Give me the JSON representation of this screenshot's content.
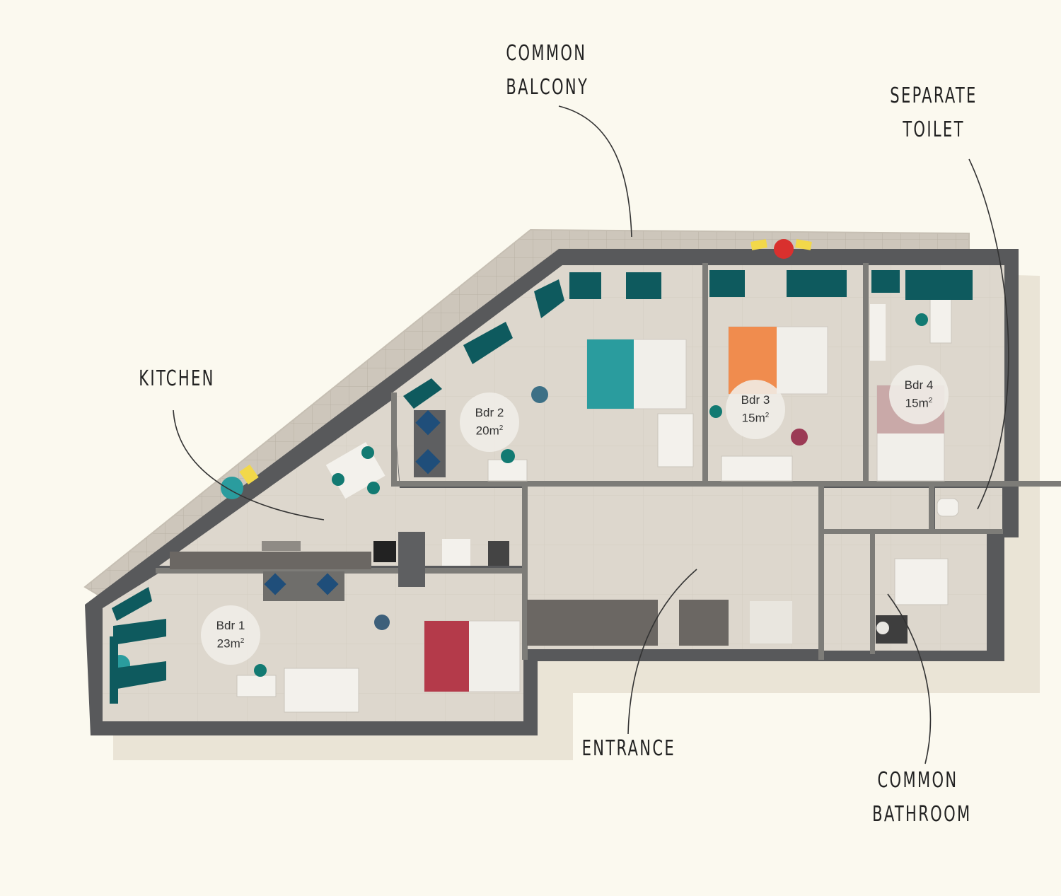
{
  "callouts": {
    "balcony": [
      "COMMON",
      "BALCONY"
    ],
    "toilet": [
      "SEPARATE",
      "TOILET"
    ],
    "kitchen": [
      "KITCHEN"
    ],
    "entrance": [
      "ENTRANCE"
    ],
    "bathroom": [
      "COMMON",
      "BATHROOM"
    ]
  },
  "rooms": [
    {
      "name": "Bdr 1",
      "area": "23m",
      "sup": "2"
    },
    {
      "name": "Bdr 2",
      "area": "20m",
      "sup": "2"
    },
    {
      "name": "Bdr 3",
      "area": "15m",
      "sup": "2"
    },
    {
      "name": "Bdr 4",
      "area": "15m",
      "sup": "2"
    }
  ],
  "colors": {
    "background": "#fbf9ef",
    "wall": "#58595b",
    "floor": "#dcd6cc",
    "balcony_tile": "#cfc8be",
    "curtain": "#0e5a5e",
    "bed_teal": "#2a9c9e",
    "bed_orange": "#f08c4e",
    "bed_red": "#b43a4a",
    "bed_pink": "#c9a9a8",
    "counter": "#6b6763"
  }
}
